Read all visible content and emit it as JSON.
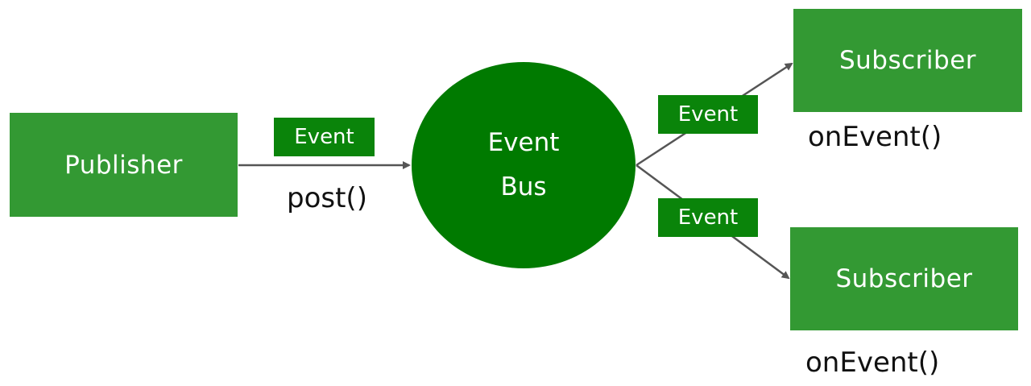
{
  "publisher": {
    "label": "Publisher",
    "method": "post()"
  },
  "event_bus": {
    "line1": "Event",
    "line2": "Bus"
  },
  "events": [
    "Event",
    "Event",
    "Event"
  ],
  "subscribers": [
    {
      "label": "Subscriber",
      "method": "onEvent()"
    },
    {
      "label": "Subscriber",
      "method": "onEvent()"
    }
  ],
  "colors": {
    "box": "#339933",
    "event_tag": "#0a840a",
    "bus": "#007a00",
    "arrow": "#555555"
  }
}
